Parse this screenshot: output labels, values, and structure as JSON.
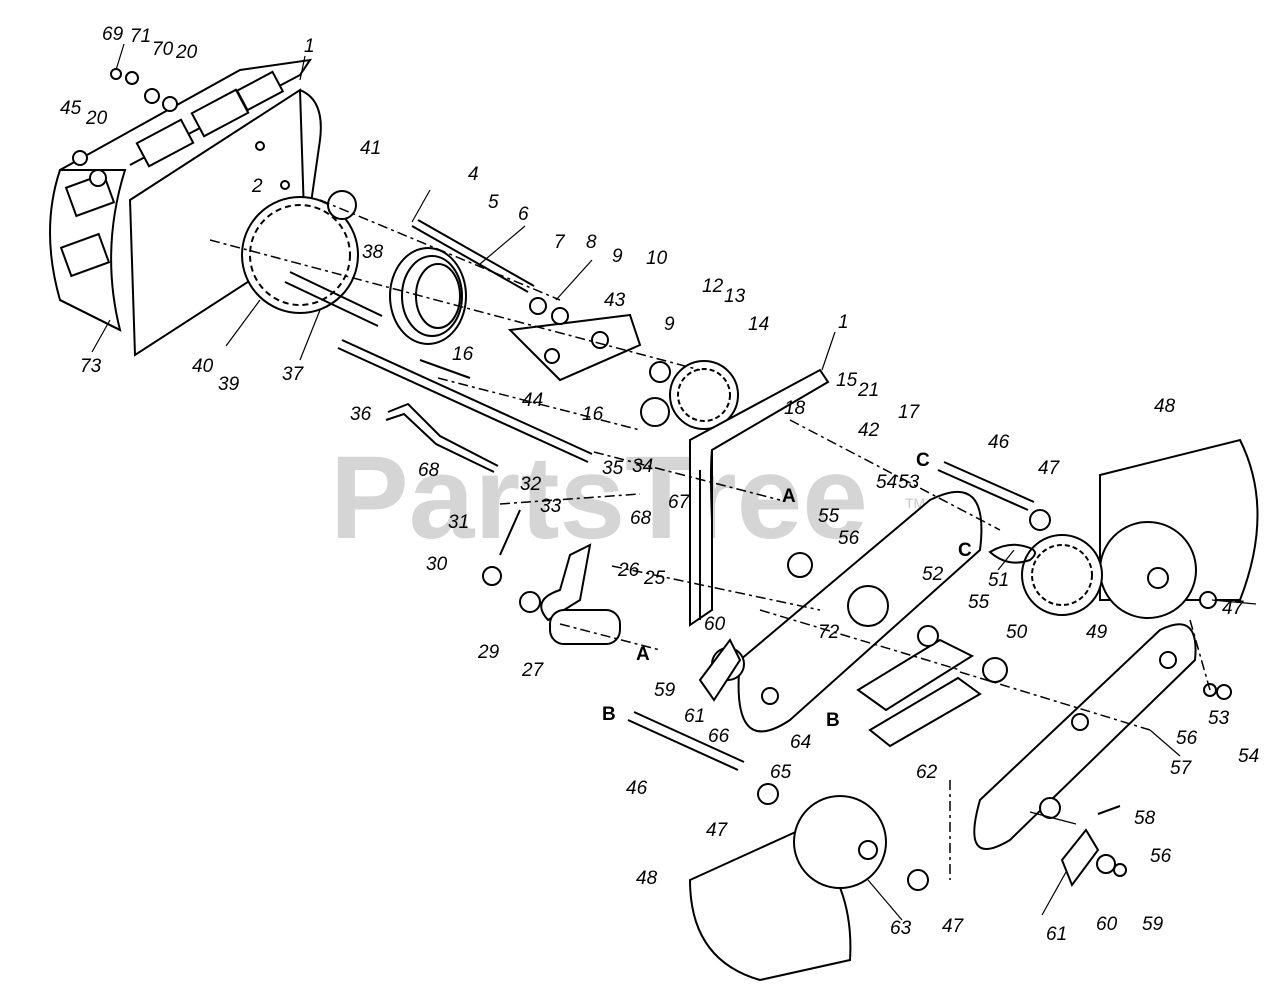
{
  "watermark": {
    "text": "PartsTree",
    "tm": "TM"
  },
  "letters": [
    "A",
    "A",
    "B",
    "B",
    "C",
    "C"
  ],
  "part_numbers": [
    "69",
    "71",
    "70",
    "20",
    "1",
    "45",
    "20",
    "2",
    "41",
    "4",
    "5",
    "6",
    "7",
    "8",
    "9",
    "10",
    "38",
    "43",
    "73",
    "40",
    "39",
    "37",
    "16",
    "12",
    "13",
    "14",
    "9",
    "1",
    "36",
    "44",
    "16",
    "15",
    "21",
    "42",
    "17",
    "18",
    "68",
    "35",
    "34",
    "32",
    "33",
    "68",
    "67",
    "54",
    "53",
    "46",
    "47",
    "48",
    "31",
    "30",
    "26",
    "25",
    "60",
    "55",
    "56",
    "52",
    "29",
    "27",
    "59",
    "61",
    "72",
    "51",
    "50",
    "49",
    "47",
    "55",
    "66",
    "64",
    "65",
    "46",
    "62",
    "57",
    "56",
    "53",
    "54",
    "58",
    "47",
    "48",
    "63",
    "47",
    "61",
    "60",
    "59",
    "56"
  ]
}
